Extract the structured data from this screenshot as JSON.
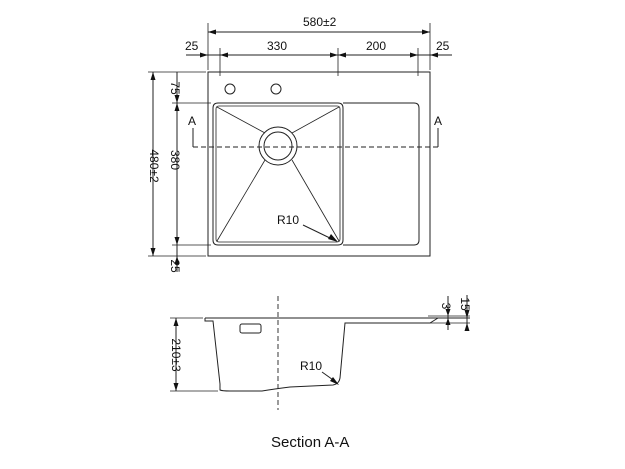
{
  "dimensions": {
    "overall_width": "580±2",
    "left_margin": "25",
    "bowl_width": "330",
    "drainboard_width": "200",
    "right_margin": "25",
    "overall_depth": "480±2",
    "top_margin": "75",
    "bowl_depth": "380",
    "bottom_margin": "25",
    "inner_radius": "R10",
    "bowl_height": "210±3",
    "section_radius": "R10",
    "flange_thickness": "3",
    "flange_height": "15"
  },
  "section_marks": {
    "left": "A",
    "right": "A"
  },
  "caption": "Section A-A",
  "colors": {
    "line": "#222222",
    "background": "#ffffff"
  }
}
